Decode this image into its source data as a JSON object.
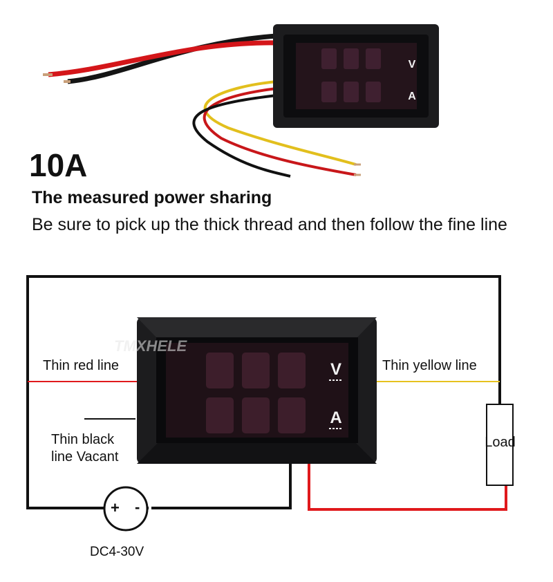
{
  "heading": "10A",
  "subtitle": "The measured power sharing",
  "instruction": "Be sure to pick up the thick thread and then follow the fine line",
  "meter": {
    "unit_top": "V",
    "unit_bottom": "A",
    "watermark": "TMXHELE"
  },
  "labels": {
    "thin_red": "Thin red line",
    "thin_yellow": "Thin yellow line",
    "thin_black_line1": "Thin black",
    "thin_black_line2": "line Vacant",
    "load": "Load",
    "supply_plus": "+",
    "supply_minus": "-",
    "supply": "DC4-30V"
  },
  "colors": {
    "red_wire": "#e0191c",
    "yellow_wire": "#e6c21e",
    "black_wire": "#111111",
    "meter_body": "#1b1b1d",
    "digit_glow": "#5a2a3a"
  }
}
